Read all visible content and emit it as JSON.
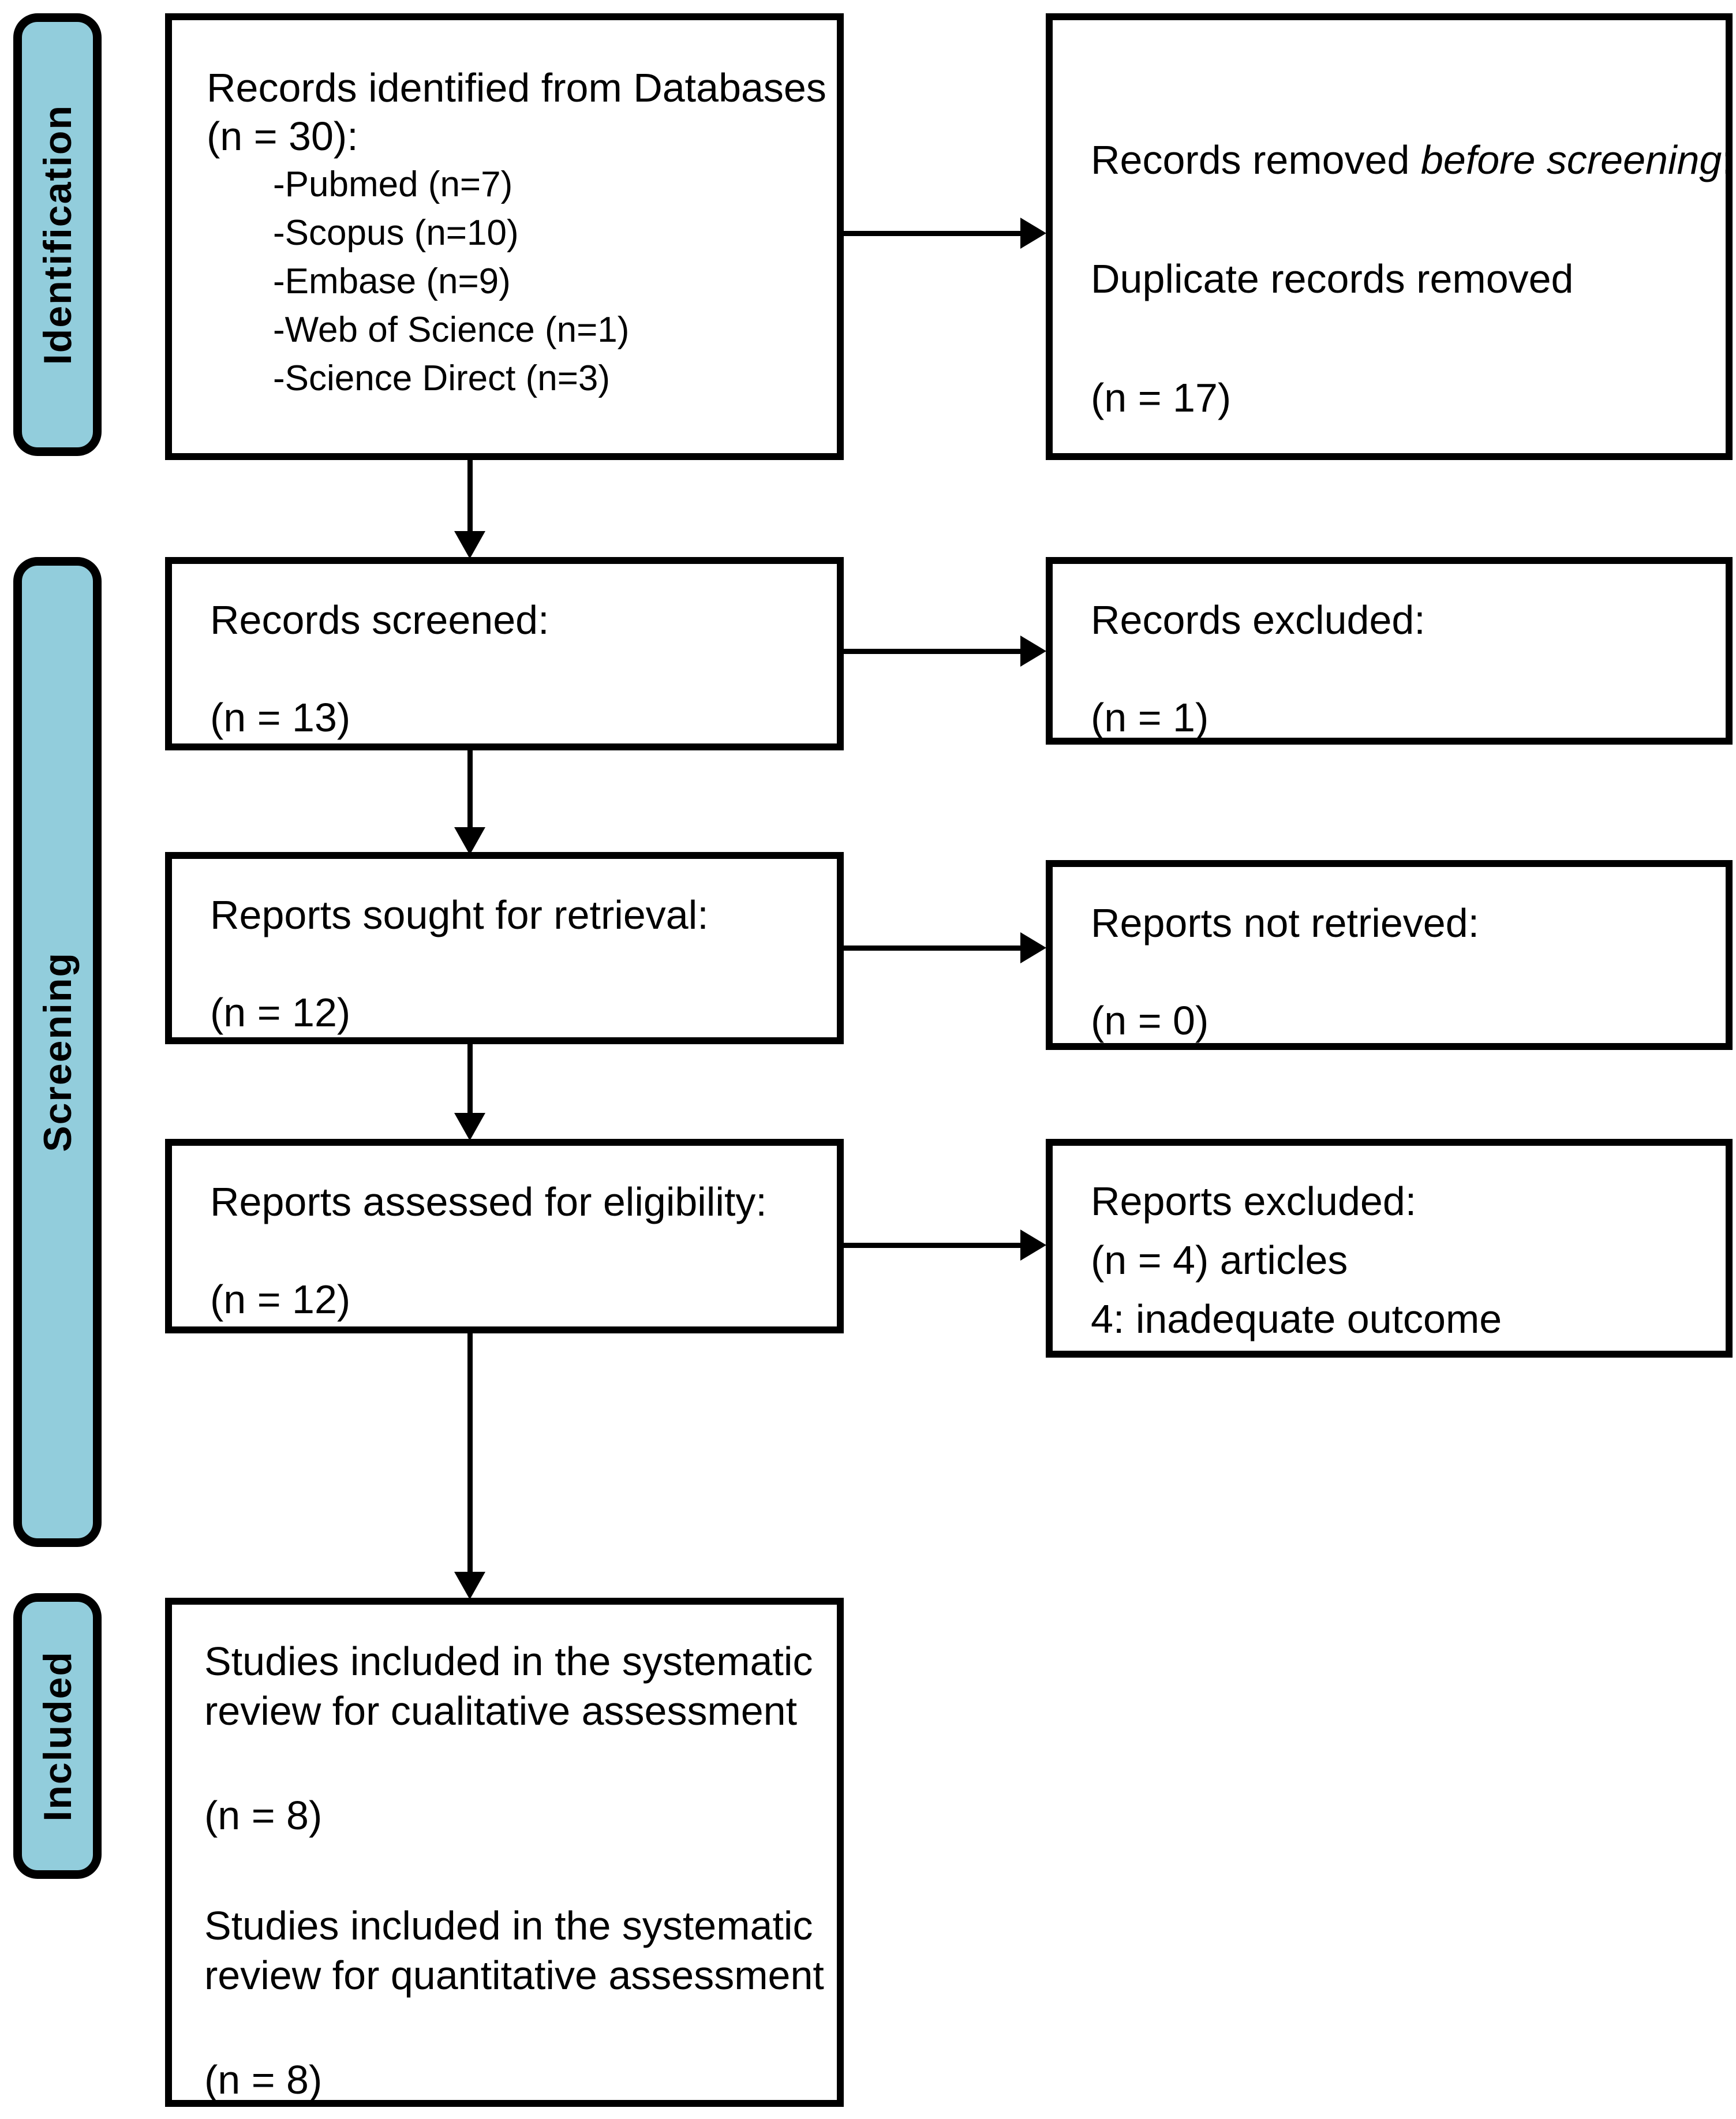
{
  "meta": {
    "diagram_type": "PRISMA flow diagram",
    "colors": {
      "tab_fill": "#92CDDC",
      "border": "#000000",
      "background": "#FFFFFF"
    }
  },
  "stages": {
    "identification": "Identification",
    "screening": "Screening",
    "included": "Included"
  },
  "boxes": {
    "identified": {
      "line1": "Records identified from Databases",
      "line2": "(n = 30):",
      "items": [
        "-Pubmed (n=7)",
        "-Scopus (n=10)",
        "-Embase (n=9)",
        "-Web of Science (n=1)",
        "-Science Direct (n=3)"
      ]
    },
    "removed": {
      "title_prefix": "Records removed ",
      "title_italic": "before screening",
      "title_suffix": ":",
      "line2": "Duplicate records removed",
      "count": "(n = 17)"
    },
    "screened": {
      "title": "Records screened:",
      "count": "(n = 13)"
    },
    "records_excluded": {
      "title": "Records excluded:",
      "count": "(n = 1)"
    },
    "sought": {
      "title": "Reports sought for retrieval:",
      "count": "(n = 12)"
    },
    "not_retrieved": {
      "title": "Reports not retrieved:",
      "count": "(n = 0)"
    },
    "assessed": {
      "title": "Reports assessed for eligibility:",
      "count": "(n = 12)"
    },
    "reports_excluded": {
      "title": "Reports excluded:",
      "line2": "(n = 4) articles",
      "line3": "4: inadequate outcome"
    },
    "included_studies": {
      "p1_line1": "Studies included in the systematic",
      "p1_line2": "review for cualitative assessment",
      "p1_count": "(n = 8)",
      "p2_line1": "Studies included in the systematic",
      "p2_line2": "review for quantitative assessment",
      "p2_count": "(n = 8)"
    }
  }
}
